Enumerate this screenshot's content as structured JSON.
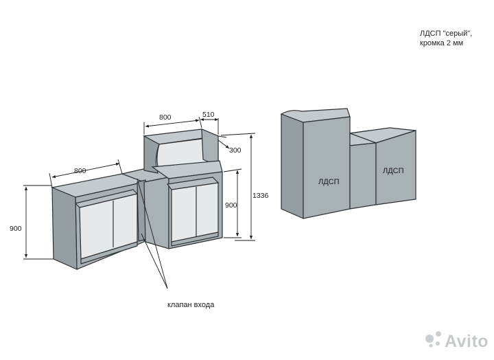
{
  "note": {
    "line1": "ЛДСП \"серый\",",
    "line2": "кромка 2 мм"
  },
  "dimensions": {
    "left_width": "800",
    "left_height": "900",
    "right_width": "800",
    "right_depth": "510",
    "top_depth": "300",
    "right_height": "900",
    "total_height": "1336"
  },
  "labels": {
    "entry_flap": "клапан входа",
    "material_left": "ЛДСП",
    "material_right": "ЛДСП"
  },
  "watermark": {
    "text": "Avito"
  },
  "colors": {
    "panel": "#a8b1b4",
    "panel_dark": "#959fa3",
    "panel_light": "#c4cbce",
    "inside": "#e6e9ea",
    "outline": "#2b2f31"
  }
}
